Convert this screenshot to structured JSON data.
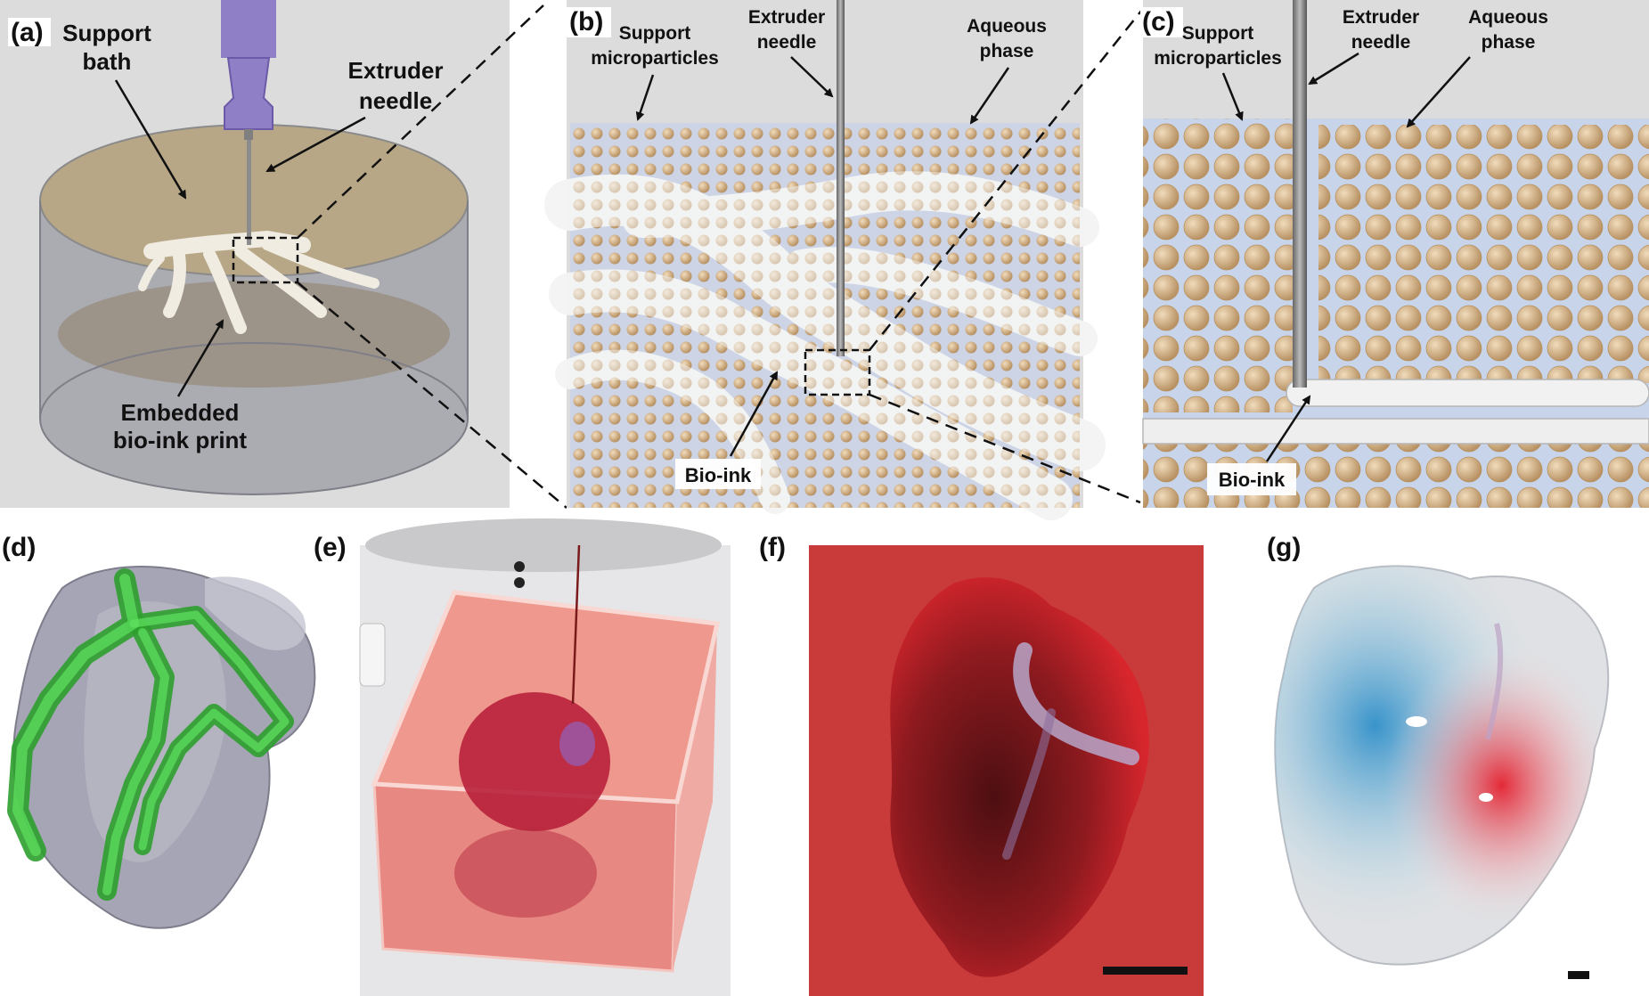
{
  "panels": {
    "a": {
      "tag": "(a)",
      "support_bath": [
        "Support",
        "bath"
      ],
      "extruder": [
        "Extruder",
        "needle"
      ],
      "embedded": [
        "Embedded",
        "bio-ink print"
      ]
    },
    "b": {
      "tag": "(b)",
      "support": [
        "Support",
        "microparticles"
      ],
      "extruder": [
        "Extruder",
        "needle"
      ],
      "aqueous": [
        "Aqueous",
        "phase"
      ],
      "bioink": "Bio-ink"
    },
    "c": {
      "tag": "(c)",
      "support": [
        "Support",
        "microparticles"
      ],
      "extruder": [
        "Extruder",
        "needle"
      ],
      "aqueous": [
        "Aqueous",
        "phase"
      ],
      "bioink": "Bio-ink"
    },
    "d": {
      "tag": "(d)"
    },
    "e": {
      "tag": "(e)"
    },
    "f": {
      "tag": "(f)"
    },
    "g": {
      "tag": "(g)"
    }
  },
  "colors": {
    "panel_gray": "#d7d7d7",
    "needle_purple": "#8f7fc6",
    "bath_tan": "#b8a88a",
    "particle": "#d8b98e",
    "aqueous_blue": "#c7d4ea",
    "bioink_white": "#f2f2f2",
    "vessel_green": "#3fbf3f",
    "heart_red": "#c1262a"
  },
  "icons": [
    "extruder-needle-icon",
    "arrow-icon",
    "heart-icon",
    "scale-bar-icon"
  ]
}
